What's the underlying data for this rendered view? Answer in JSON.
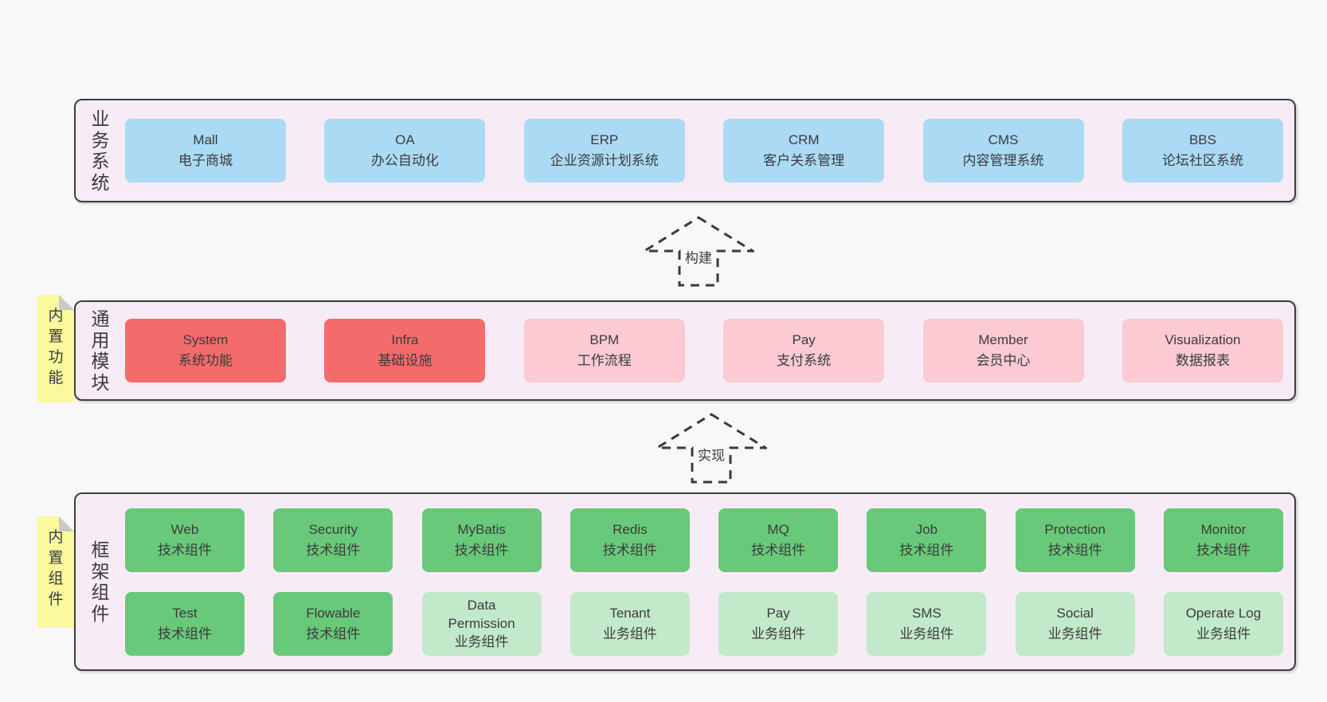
{
  "colors": {
    "page_bg": "#f8f8f8",
    "panel_bg": "#f7ecf5",
    "panel_border": "#3d3d3d",
    "box_blue": "#abdaf5",
    "box_red": "#f46b6c",
    "box_pink": "#fbcad3",
    "box_green": "#68c97a",
    "box_light_green": "#c3e9cb",
    "tag_yellow": "#fbf99e",
    "tag_fold_grey": "#c9c9c9",
    "text": "#3c3c3c"
  },
  "arrows": [
    {
      "label": "构建"
    },
    {
      "label": "实现"
    }
  ],
  "sections": [
    {
      "label": "业务系统",
      "rows": [
        [
          {
            "title": "Mall",
            "subtitle": "电子商城",
            "variant": "blue"
          },
          {
            "title": "OA",
            "subtitle": "办公自动化",
            "variant": "blue"
          },
          {
            "title": "ERP",
            "subtitle": "企业资源计划系统",
            "variant": "blue"
          },
          {
            "title": "CRM",
            "subtitle": "客户关系管理",
            "variant": "blue"
          },
          {
            "title": "CMS",
            "subtitle": "内容管理系统",
            "variant": "blue"
          },
          {
            "title": "BBS",
            "subtitle": "论坛社区系统",
            "variant": "blue"
          }
        ]
      ]
    },
    {
      "label": "通用模块",
      "tag": "内置功能",
      "rows": [
        [
          {
            "title": "System",
            "subtitle": "系统功能",
            "variant": "red"
          },
          {
            "title": "Infra",
            "subtitle": "基础设施",
            "variant": "red"
          },
          {
            "title": "BPM",
            "subtitle": "工作流程",
            "variant": "pink"
          },
          {
            "title": "Pay",
            "subtitle": "支付系统",
            "variant": "pink"
          },
          {
            "title": "Member",
            "subtitle": "会员中心",
            "variant": "pink"
          },
          {
            "title": "Visualization",
            "subtitle": "数据报表",
            "variant": "pink"
          }
        ]
      ]
    },
    {
      "label": "框架组件",
      "tag": "内置组件",
      "rows": [
        [
          {
            "title": "Web",
            "subtitle": "技术组件",
            "variant": "green"
          },
          {
            "title": "Security",
            "subtitle": "技术组件",
            "variant": "green"
          },
          {
            "title": "MyBatis",
            "subtitle": "技术组件",
            "variant": "green"
          },
          {
            "title": "Redis",
            "subtitle": "技术组件",
            "variant": "green"
          },
          {
            "title": "MQ",
            "subtitle": "技术组件",
            "variant": "green"
          },
          {
            "title": "Job",
            "subtitle": "技术组件",
            "variant": "green"
          },
          {
            "title": "Protection",
            "subtitle": "技术组件",
            "variant": "green"
          },
          {
            "title": "Monitor",
            "subtitle": "技术组件",
            "variant": "green"
          }
        ],
        [
          {
            "title": "Test",
            "subtitle": "技术组件",
            "variant": "green"
          },
          {
            "title": "Flowable",
            "subtitle": "技术组件",
            "variant": "green"
          },
          {
            "title": "Data Permission",
            "subtitle": "业务组件",
            "variant": "lgreen"
          },
          {
            "title": "Tenant",
            "subtitle": "业务组件",
            "variant": "lgreen"
          },
          {
            "title": "Pay",
            "subtitle": "业务组件",
            "variant": "lgreen"
          },
          {
            "title": "SMS",
            "subtitle": "业务组件",
            "variant": "lgreen"
          },
          {
            "title": "Social",
            "subtitle": "业务组件",
            "variant": "lgreen"
          },
          {
            "title": "Operate Log",
            "subtitle": "业务组件",
            "variant": "lgreen"
          }
        ]
      ]
    }
  ]
}
